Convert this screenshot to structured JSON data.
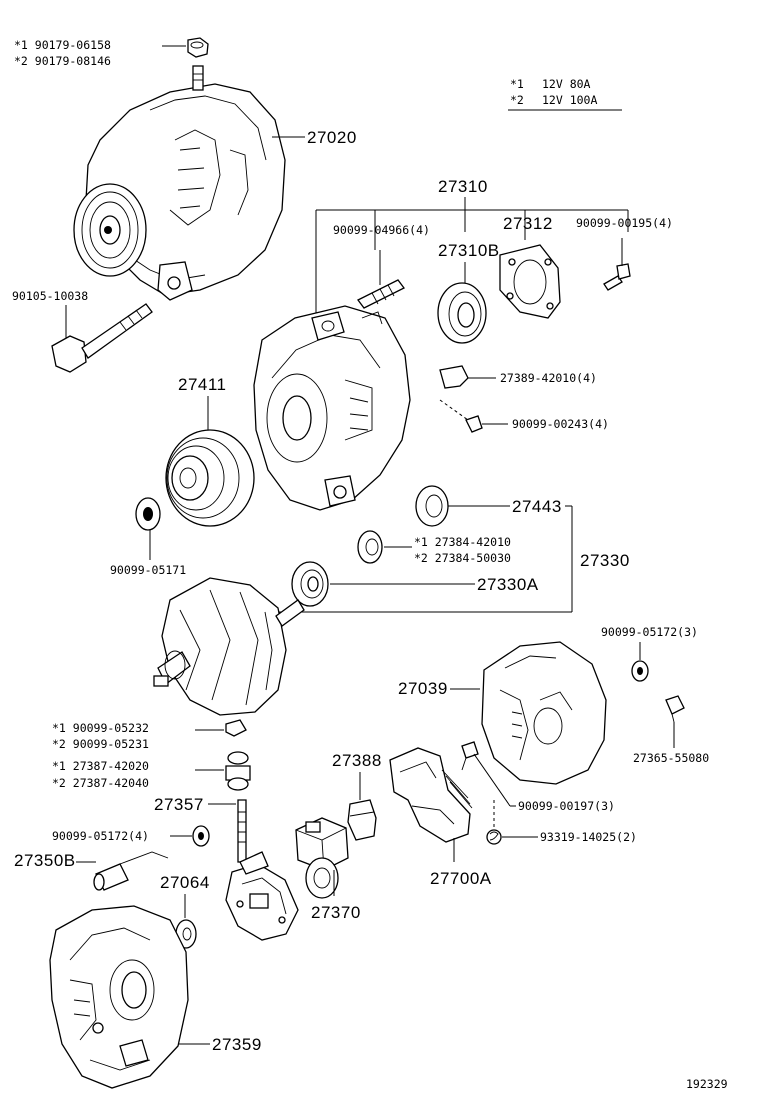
{
  "diagram": {
    "legend": {
      "items": [
        {
          "mark": "*1",
          "text": "12V  80A"
        },
        {
          "mark": "*2",
          "text": "12V  100A"
        }
      ]
    },
    "labels": {
      "p_90179_a": "*1  90179-06158",
      "p_90179_b": "*2  90179-08146",
      "p_27020": "27020",
      "p_27310": "27310",
      "p_90099_04966": "90099-04966(4)",
      "p_27312": "27312",
      "p_90099_00195": "90099-00195(4)",
      "p_27310B": "27310B",
      "p_90105": "90105-10038",
      "p_27389": "27389-42010(4)",
      "p_27411": "27411",
      "p_90099_00243": "90099-00243(4)",
      "p_27443": "27443",
      "p_27384_a": "*1  27384-42010",
      "p_27384_b": "*2  27384-50030",
      "p_27330": "27330",
      "p_90099_05171": "90099-05171",
      "p_27330A": "27330A",
      "p_90099_05172_3": "90099-05172(3)",
      "p_27039": "27039",
      "p_90099_05232": "*1   90099-05232",
      "p_90099_05231": "*2   90099-05231",
      "p_27365": "27365-55080",
      "p_27387_a": "*1   27387-42020",
      "p_27387_b": "*2   27387-42040",
      "p_27388": "27388",
      "p_27357": "27357",
      "p_90099_00197": "90099-00197(3)",
      "p_90099_05172_4": "90099-05172(4)",
      "p_93319": "93319-14025(2)",
      "p_27350B": "27350B",
      "p_27064": "27064",
      "p_27700A": "27700A",
      "p_27370": "27370",
      "p_27359": "27359",
      "code": "192329"
    }
  }
}
